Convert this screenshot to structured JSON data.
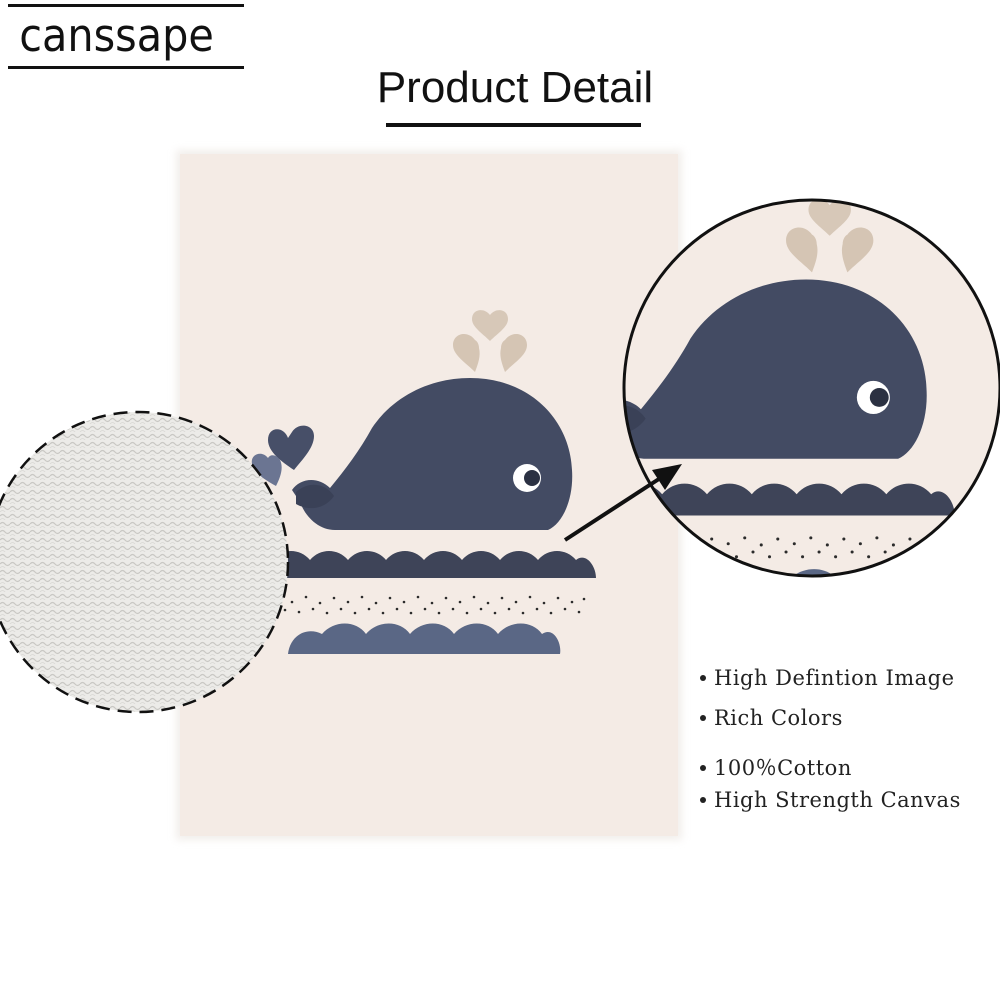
{
  "brand": {
    "name": "canssape"
  },
  "header": {
    "title": "Product Detail"
  },
  "features": [
    {
      "text": "High Defintion Image"
    },
    {
      "text": "Rich Colors"
    },
    {
      "text": "100％Cotton"
    },
    {
      "text": "High Strength Canvas"
    }
  ],
  "colors": {
    "canvas": "#f4ebe5",
    "whale": "#434b63",
    "hearts": "#d7c8b8",
    "waves_top": "#3e4458",
    "waves_bottom": "#5a6785",
    "texture": "#e9e9e6",
    "ink": "#111111"
  },
  "icons": [
    "whale-illustration",
    "heart-icon",
    "magnifier-circle",
    "arrow-icon"
  ]
}
